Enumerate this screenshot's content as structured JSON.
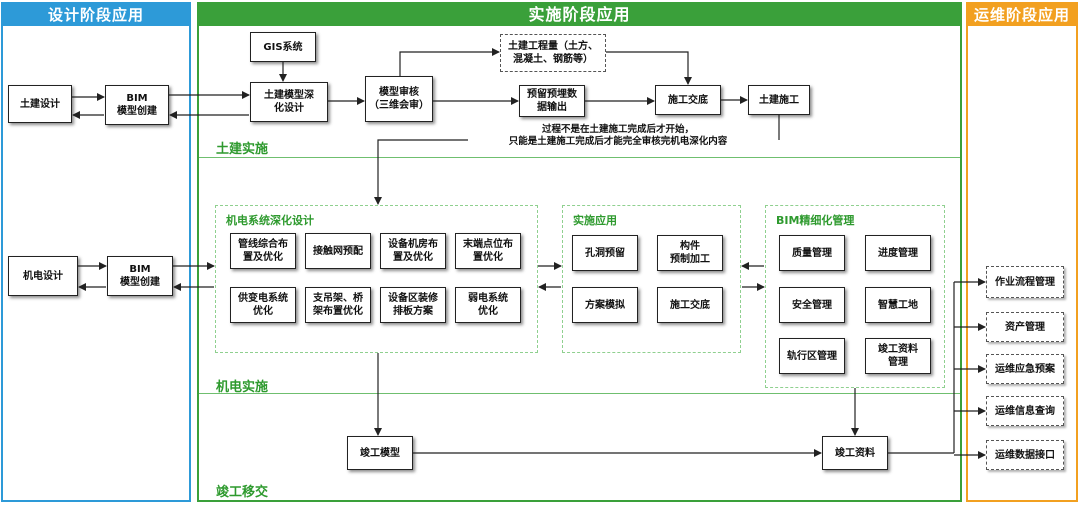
{
  "phases": {
    "design": "设计阶段应用",
    "implementation": "实施阶段应用",
    "operations": "运维阶段应用"
  },
  "design": {
    "civil_design": "土建设计",
    "bim_create_civil": "BIM\n模型创建",
    "mep_design": "机电设计",
    "bim_create_mep": "BIM\n模型创建"
  },
  "civil": {
    "gis": "GIS系统",
    "deepen": "土建模型深\n化设计",
    "review": "模型审核\n（三维会审）",
    "quantity": "土建工程量（土方、\n混凝土、钢筋等）",
    "embed_output": "预留预埋数\n据输出",
    "handover": "施工交底",
    "construction": "土建施工",
    "section_label": "土建实施",
    "note": "过程不是在土建施工完成后才开始，\n只能是土建施工完成后才能完全审核完机电深化内容"
  },
  "mep": {
    "section_label": "机电实施",
    "deepen_group": {
      "title": "机电系统深化设计",
      "items": [
        "管线综合布\n置及优化",
        "接触网预配",
        "设备机房布\n置及优化",
        "末端点位布\n置优化",
        "供变电系统\n优化",
        "支吊架、桥\n架布置优化",
        "设备区装修\n排板方案",
        "弱电系统\n优化"
      ]
    },
    "apply_group": {
      "title": "实施应用",
      "items": [
        "孔洞预留",
        "构件\n预制加工",
        "方案模拟",
        "施工交底"
      ]
    },
    "manage_group": {
      "title": "BIM精细化管理",
      "items": [
        "质量管理",
        "进度管理",
        "安全管理",
        "智慧工地",
        "轨行区管理",
        "竣工资料\n管理"
      ]
    }
  },
  "handover": {
    "section_label": "竣工移交",
    "model": "竣工模型",
    "documents": "竣工资料"
  },
  "operations": {
    "items": [
      "作业流程管理",
      "资产管理",
      "运维应急预案",
      "运维信息查询",
      "运维数据接口"
    ]
  }
}
